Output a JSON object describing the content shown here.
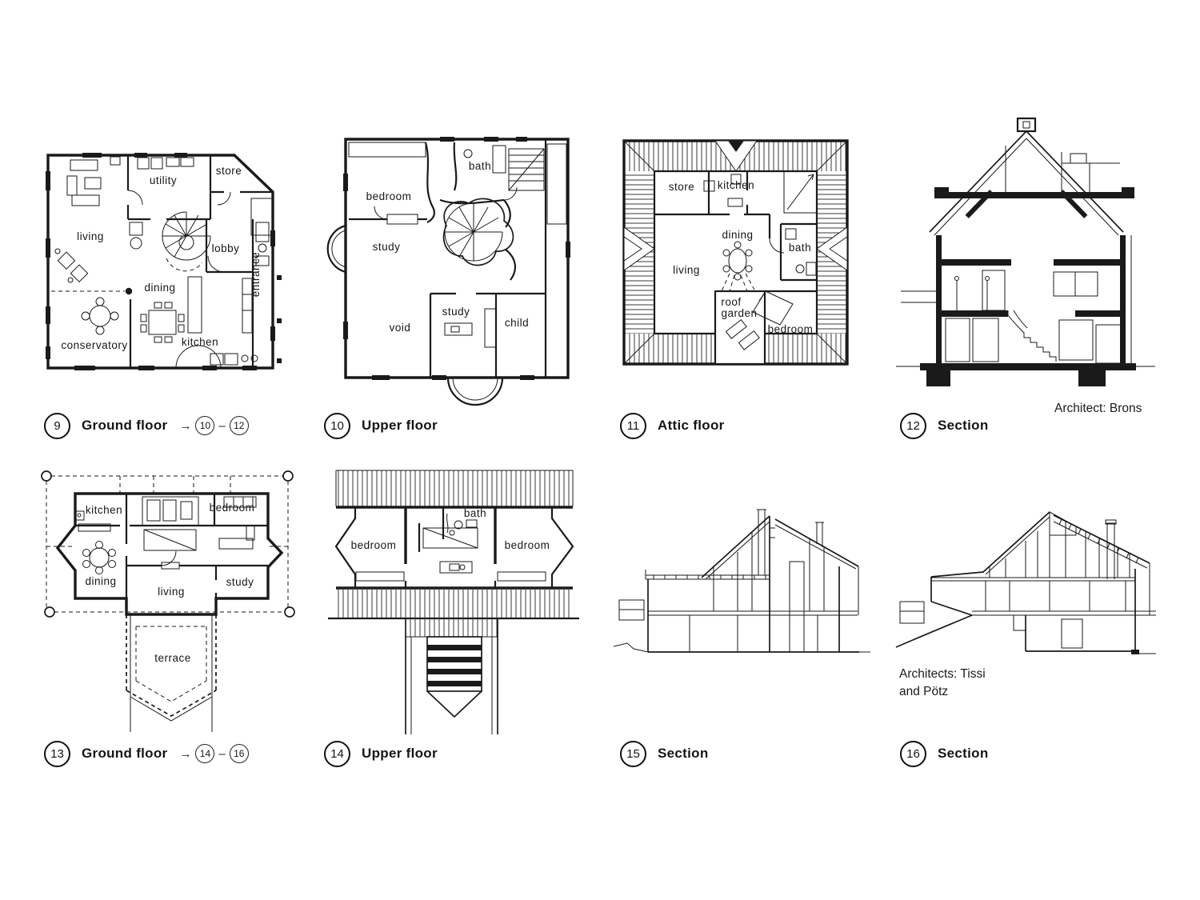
{
  "figures": {
    "fig9": {
      "number": "9",
      "caption": "Ground floor",
      "suffix": {
        "arrow": "→",
        "from": "10",
        "dash": "–",
        "to": "12"
      },
      "rooms": {
        "living": "living",
        "utility": "utility",
        "store": "store",
        "lobby": "lobby",
        "entrance": "entrance",
        "dining": "dining",
        "conservatory": "conservatory",
        "kitchen": "kitchen"
      }
    },
    "fig10": {
      "number": "10",
      "caption": "Upper floor",
      "rooms": {
        "bedroom": "bedroom",
        "bath": "bath",
        "study_left": "study",
        "study_bottom": "study",
        "void": "void",
        "child": "child"
      }
    },
    "fig11": {
      "number": "11",
      "caption": "Attic floor",
      "rooms": {
        "store": "store",
        "kitchen": "kitchen",
        "dining": "dining",
        "living": "living",
        "bath": "bath",
        "roof_line1": "roof",
        "roof_line2": "garden",
        "bedroom": "bedroom"
      }
    },
    "fig12": {
      "number": "12",
      "caption": "Section",
      "credit": "Architect: Brons"
    },
    "fig13": {
      "number": "13",
      "caption": "Ground floor",
      "suffix": {
        "arrow": "→",
        "from": "14",
        "dash": "–",
        "to": "16"
      },
      "rooms": {
        "kitchen": "kitchen",
        "bedroom": "bedroom",
        "dining": "dining",
        "living": "living",
        "study": "study",
        "terrace": "terrace"
      }
    },
    "fig14": {
      "number": "14",
      "caption": "Upper floor",
      "rooms": {
        "bedroom_left": "bedroom",
        "bath": "bath",
        "bedroom_right": "bedroom"
      }
    },
    "fig15": {
      "number": "15",
      "caption": "Section"
    },
    "fig16": {
      "number": "16",
      "caption": "Section",
      "credit_line1": "Architects: Tissi",
      "credit_line2": "and Pötz"
    }
  }
}
